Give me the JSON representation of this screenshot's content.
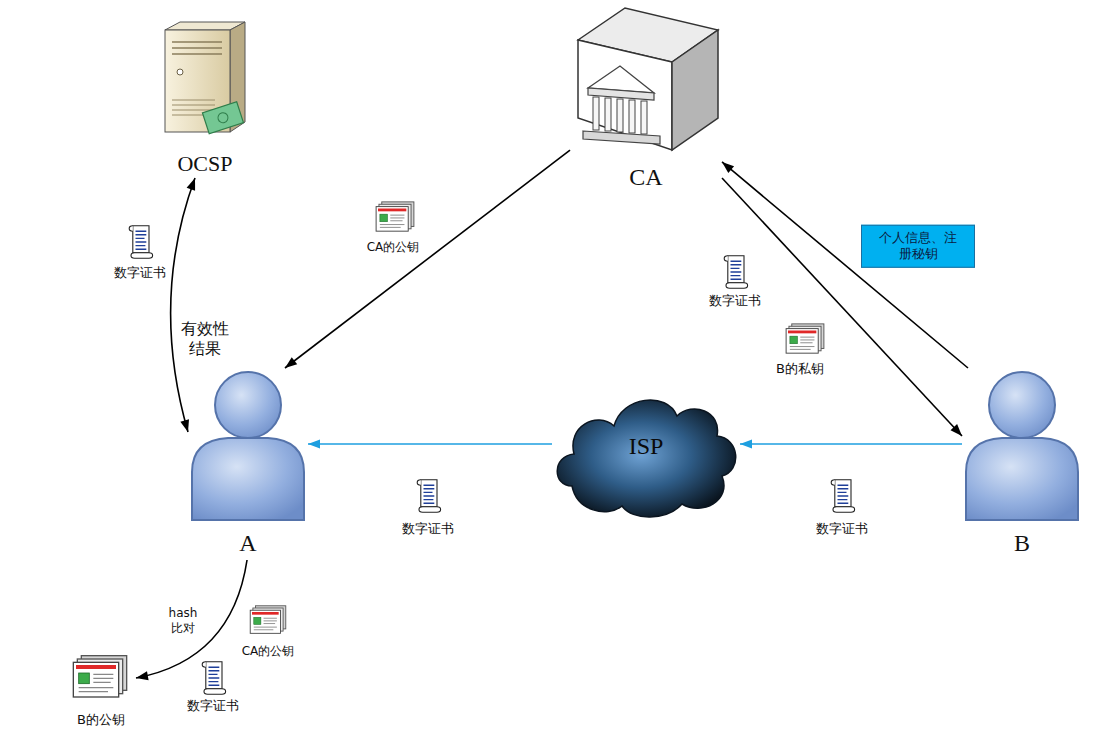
{
  "diagram": {
    "nodes": [
      {
        "text": [
          "OCSP"
        ]
      },
      {
        "text": [
          "CA"
        ]
      },
      {
        "text": [
          "A"
        ]
      },
      {
        "text": [
          "ISP"
        ]
      },
      {
        "text": [
          "B"
        ]
      },
      {
        "text": [
          "B的公钥"
        ]
      }
    ],
    "edges": [
      {
        "from": 2,
        "to": 0,
        "arrow": "both",
        "label": "有效性 结果"
      },
      {
        "from": 1,
        "to": 2,
        "arrow": "to",
        "label": "CA的公钥"
      },
      {
        "from": 1,
        "to": 4,
        "arrow": "to",
        "label": "数字证书"
      },
      {
        "from": 4,
        "to": 1,
        "arrow": "to",
        "label": "个人信息、注册秘钥"
      },
      {
        "from": 4,
        "to": 3,
        "arrow": "to",
        "label": "数字证书"
      },
      {
        "from": 3,
        "to": 2,
        "arrow": "to",
        "label": "数字证书"
      },
      {
        "from": 2,
        "to": 5,
        "arrow": "to",
        "label": "hash 比对"
      }
    ],
    "labels": [
      "数字证书",
      "B的私钥",
      "CA的公钥",
      "数字证书"
    ]
  }
}
